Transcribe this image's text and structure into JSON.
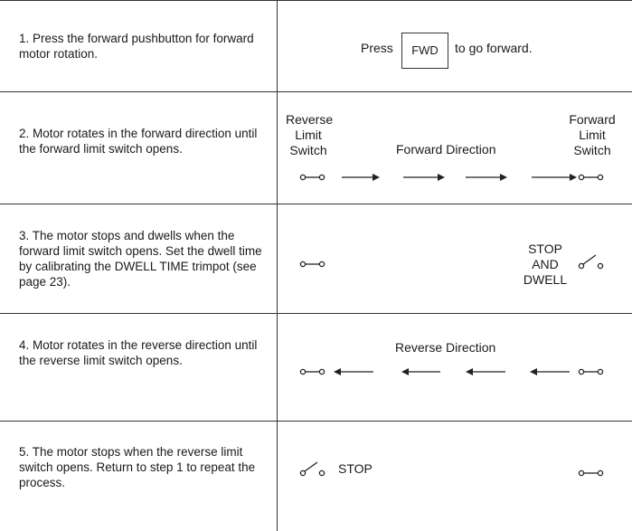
{
  "steps": [
    "1. Press the forward pushbutton for forward motor rotation.",
    "2. Motor rotates in the forward direction until the forward limit switch opens.",
    "3. The motor stops and dwells when the forward limit switch opens. Set the dwell time by calibrating the DWELL TIME trimpot (see page 23).",
    "4. Motor rotates in the reverse direction until the reverse limit switch opens.",
    "5. The motor stops when the reverse limit switch opens. Return to step 1 to repeat the process."
  ],
  "row1": {
    "press": "Press",
    "button": "FWD",
    "after": "to go forward."
  },
  "row2": {
    "reverse_switch": [
      "Reverse",
      "Limit",
      "Switch"
    ],
    "direction": "Forward Direction",
    "forward_switch": [
      "Forward",
      "Limit",
      "Switch"
    ]
  },
  "row3": {
    "stop_dwell": [
      "STOP",
      "AND",
      "DWELL"
    ]
  },
  "row4": {
    "direction": "Reverse Direction"
  },
  "row5": {
    "stop": "STOP"
  }
}
